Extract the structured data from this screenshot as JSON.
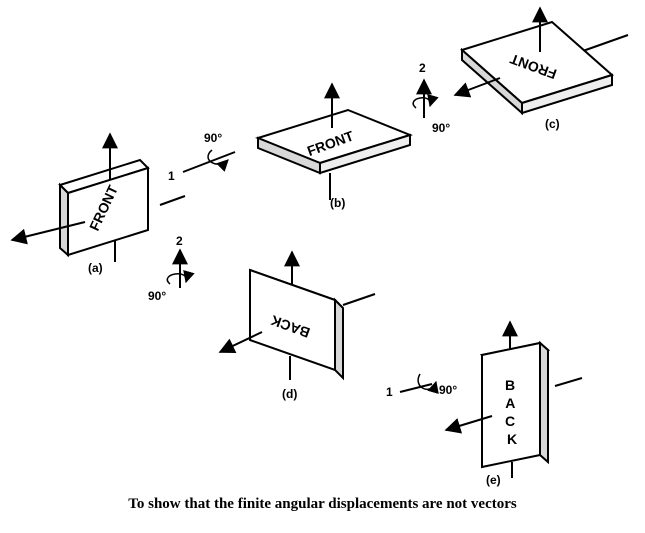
{
  "caption": "To show that the finite angular displacements are not vectors",
  "books": {
    "a": {
      "label": "(a)",
      "text": "FRONT"
    },
    "b": {
      "label": "(b)",
      "text": "FRONT"
    },
    "c": {
      "label": "(c)",
      "text": "FRONT"
    },
    "d": {
      "label": "(d)",
      "text": "BACK"
    },
    "e": {
      "label": "(e)",
      "text": "BACK"
    }
  },
  "rotations": {
    "r1": {
      "axis": "1",
      "angle": "90°"
    },
    "r2": {
      "axis": "2",
      "angle": "90°"
    },
    "r3": {
      "axis": "2",
      "angle": "90°"
    },
    "r4": {
      "axis": "1",
      "angle": "90°"
    }
  },
  "colors": {
    "ink": "#000000",
    "cover": "#ffffff",
    "spine": "#d8d8d8",
    "edge": "#9a9a9a"
  }
}
